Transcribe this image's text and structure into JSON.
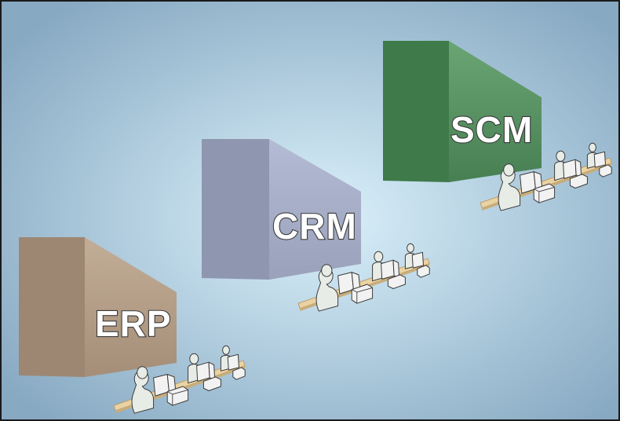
{
  "systems": [
    {
      "id": "erp",
      "label": "ERP",
      "front_color": "#b6a08b",
      "side_color": "#9d8773"
    },
    {
      "id": "crm",
      "label": "CRM",
      "front_color": "#aab0c9",
      "side_color": "#8f96b0"
    },
    {
      "id": "scm",
      "label": "SCM",
      "front_color": "#5d9667",
      "side_color": "#3f7a4a"
    }
  ],
  "colors": {
    "background_center": "#dbf1fb",
    "background_edge": "#87a9c2",
    "frame": "#1a1a1a",
    "desk": "#ead2a2",
    "desk_edge": "#b59a6a",
    "workstation": "#f2f2f2",
    "workstation_line": "#3a3a3a",
    "figure": "#e8ece6"
  }
}
